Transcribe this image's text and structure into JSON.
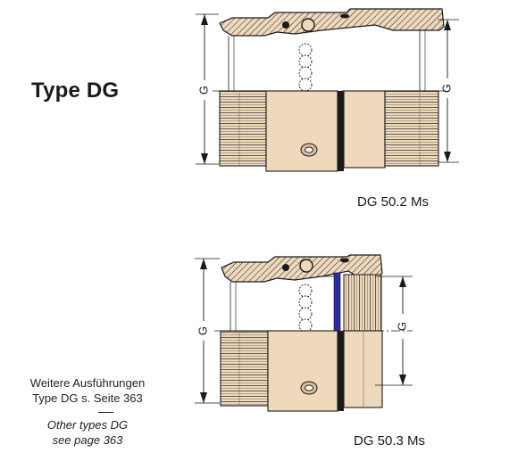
{
  "title": "Type DG",
  "variants": [
    {
      "caption": "DG 50.2 Ms",
      "dimension_left": "G",
      "dimension_right": "G"
    },
    {
      "caption": "DG 50.3 Ms",
      "dimension_left": "G",
      "dimension_right": "G"
    }
  ],
  "note": {
    "de_line1": "Weitere Ausführungen",
    "de_line2": "Type DG s. Seite 363",
    "en_line1": "Other types DG",
    "en_line2": "see page 363"
  },
  "colors": {
    "brass": "#efd9bd",
    "brass_dark": "#d9bf9c",
    "seal_blue": "#2a2aa8",
    "ink": "#1a1a1a"
  }
}
